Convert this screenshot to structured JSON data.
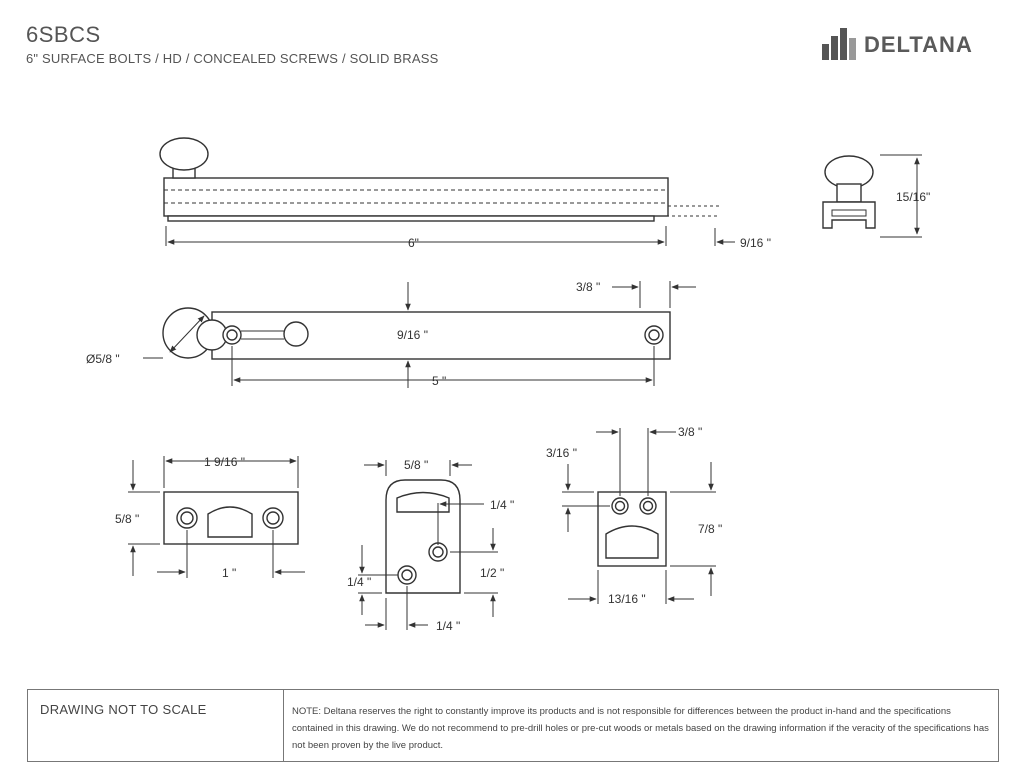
{
  "header": {
    "model": "6SBCS",
    "subtitle": "6\" SURFACE BOLTS / HD / CONCEALED SCREWS / SOLID BRASS",
    "brand": "DELTANA"
  },
  "icons": {
    "logo": "deltana-bars-logo-icon"
  },
  "dimensions": {
    "overall_length": "6\"",
    "throw": "9/16 \"",
    "height": "15/16\"",
    "edge_offset": "3/8 \"",
    "width": "9/16 \"",
    "knob_diameter": "Ø5/8 \"",
    "hole_spacing": "5 \"",
    "keeper_length": "1  9/16 \"",
    "keeper_width": "5/8 \"",
    "keeper_hole_spacing": "1 \"",
    "guide_width": "5/8 \"",
    "guide_hole_offset": "1/4 \"",
    "guide_hole_vertical": "1/2 \"",
    "guide_left_offset": "1/4 \"",
    "guide_bottom_offset": "1/4 \"",
    "plate_hole_left": "3/16 \"",
    "plate_hole_spacing": "3/8 \"",
    "plate_height": "7/8 \"",
    "plate_width": "13/16 \""
  },
  "footer": {
    "scale_note": "DRAWING NOT TO SCALE",
    "disclaimer": "NOTE: Deltana reserves the right to constantly improve its products and is not responsible for differences between the product in-hand and the specifications contained in this drawing. We do not recommend to pre-drill holes or pre-cut woods or metals based on the drawing information if the veracity of the specifications has not been proven by the live product."
  }
}
